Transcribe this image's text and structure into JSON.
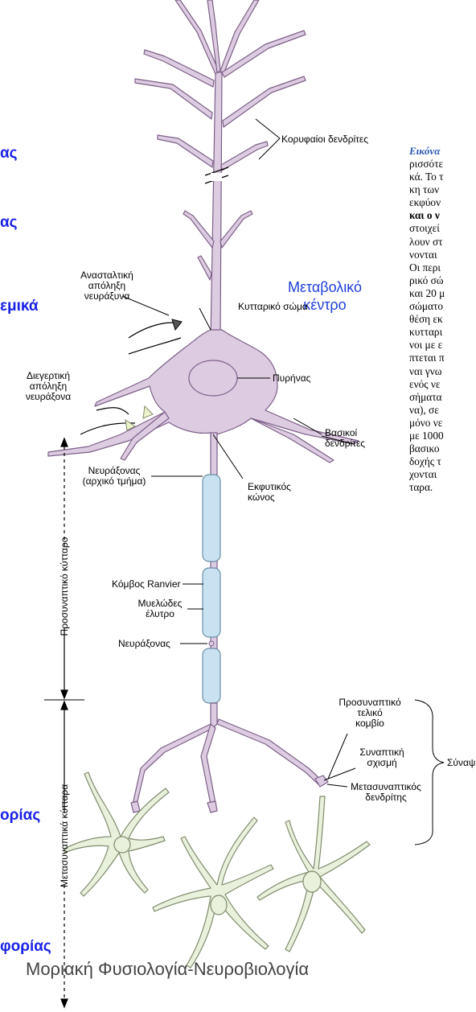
{
  "colors": {
    "neuron_fill": "#ddcbe2",
    "neuron_stroke": "#7d5f88",
    "myelin_fill": "#c9e2f2",
    "myelin_stroke": "#6a8fa6",
    "post_fill": "#e9f0dc",
    "post_stroke": "#7f8c6c",
    "heading_blue": "#1a22e6",
    "caption_title_blue": "#2a58b3"
  },
  "left_fragments": [
    "ας",
    "ας",
    "εμικά",
    "ορίας",
    "φορίας"
  ],
  "labels": {
    "apical_dendrites": "Κορυφαίοι δενδρίτες",
    "metabolic_center": [
      "Μεταβολικό",
      "κέντρο"
    ],
    "inhibitory_terminal": [
      "Ανασταλτική",
      "απόληξη",
      "νευράξυνα"
    ],
    "excitatory_terminal": [
      "Διεγερτική",
      "απόληξη",
      "νευράξονα"
    ],
    "cell_body": "Κυτταρικό σώμα",
    "nucleus": "Πυρήνας",
    "basal_dendrites": [
      "Βασικοί",
      "δενδρίτες"
    ],
    "axon_initial": [
      "Νευράξονας",
      "(αρχικό τμήμα)"
    ],
    "axon_hillock": [
      "Εκφυτικός",
      "κώνος"
    ],
    "ranvier_node": "Κόμβος Ranvier",
    "myelin_sheath": [
      "Μυελώδες",
      "έλυτρο"
    ],
    "axon": "Νευράξονας",
    "presynaptic_terminal": [
      "Προσυναπτικό",
      "τελικό",
      "κομβίο"
    ],
    "synaptic_cleft": [
      "Συναπτική",
      "σχισμή"
    ],
    "postsynaptic_dendrite": [
      "Μετασυναπτικός",
      "δενδρίτης"
    ],
    "synapse": "Σύναψη",
    "presynaptic_cell": "Προσυναπτικό κύτταρο",
    "postsynaptic_cells": "Μετασυναπτικά κύτταρα"
  },
  "caption": {
    "title": "Εικόνα",
    "lines": [
      "ρισσότε",
      "κά. Το τ",
      "κη των",
      "εκφύον",
      "και ο ν",
      "στοιχεί",
      "λουν στ",
      "νονται",
      "Οι περι",
      "ρικό σώ",
      "και 20 μ",
      "σώματο",
      "θέση εκ",
      "κυτταρι",
      "νοι με ε",
      "πτεται π",
      "ναι γνω",
      "ενός νε",
      "σήματα",
      "να), σε",
      "μόνο νε",
      "με 1000",
      "βασικο",
      "δοχής τ",
      "χονται",
      "ταρα."
    ]
  },
  "footer": "Μοριακή Φυσιολογία-Νευροβιολογία"
}
